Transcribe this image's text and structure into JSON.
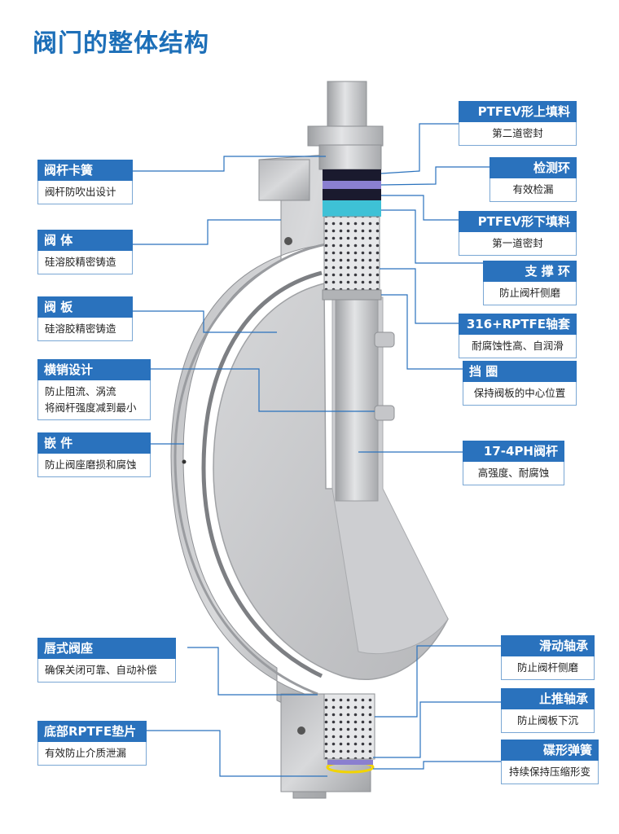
{
  "title": "阀门的整体结构",
  "callouts": {
    "ptfev_upper": {
      "head": "PTFEV形上填料",
      "body": [
        "第二道密封"
      ]
    },
    "detect_ring": {
      "head": "检测环",
      "body": [
        "有效检漏"
      ]
    },
    "ptfev_lower": {
      "head": "PTFEV形下填料",
      "body": [
        "第一道密封"
      ]
    },
    "support_ring": {
      "head": "支 撑 环",
      "body": [
        "防止阀杆侧磨"
      ]
    },
    "bushing": {
      "head": "316+RPTFE轴套",
      "body": [
        "耐腐蚀性高、自润滑"
      ]
    },
    "retainer": {
      "head": "挡   圈",
      "body": [
        "保持阀板的中心位置"
      ]
    },
    "stem": {
      "head": "17-4PH阀杆",
      "body": [
        "高强度、耐腐蚀"
      ]
    },
    "sliding_bearing": {
      "head": "滑动轴承",
      "body": [
        "防止阀杆侧磨"
      ]
    },
    "thrust_bearing": {
      "head": "止推轴承",
      "body": [
        "防止阀板下沉"
      ]
    },
    "disc_spring": {
      "head": "碟形弹簧",
      "body": [
        "持续保持压缩形变"
      ]
    },
    "stem_clip": {
      "head": "阀杆卡簧",
      "body": [
        "阀杆防吹出设计"
      ]
    },
    "body": {
      "head": "阀   体",
      "body": [
        "硅溶胶精密铸造"
      ]
    },
    "disc": {
      "head": "阀   板",
      "body": [
        "硅溶胶精密铸造"
      ]
    },
    "cross_pin": {
      "head": "横销设计",
      "body": [
        "防止阻流、涡流",
        "将阀杆强度减到最小"
      ]
    },
    "insert": {
      "head": "嵌   件",
      "body": [
        "防止阀座磨损和腐蚀"
      ]
    },
    "lip_seat": {
      "head": "唇式阀座",
      "body": [
        "确保关闭可靠、自动补偿"
      ]
    },
    "bottom_gasket": {
      "head": "底部RPTFE垫片",
      "body": [
        "有效防止介质泄漏"
      ]
    }
  },
  "colors": {
    "accent": "#2a72bd",
    "title": "#1d6fb8",
    "metal": "#c9cacc",
    "seal_dark": "#1a1a2e",
    "seal_purple": "#8a7fd0",
    "seal_cyan": "#3ec1d6",
    "bearing_yellow": "#f2d400"
  }
}
